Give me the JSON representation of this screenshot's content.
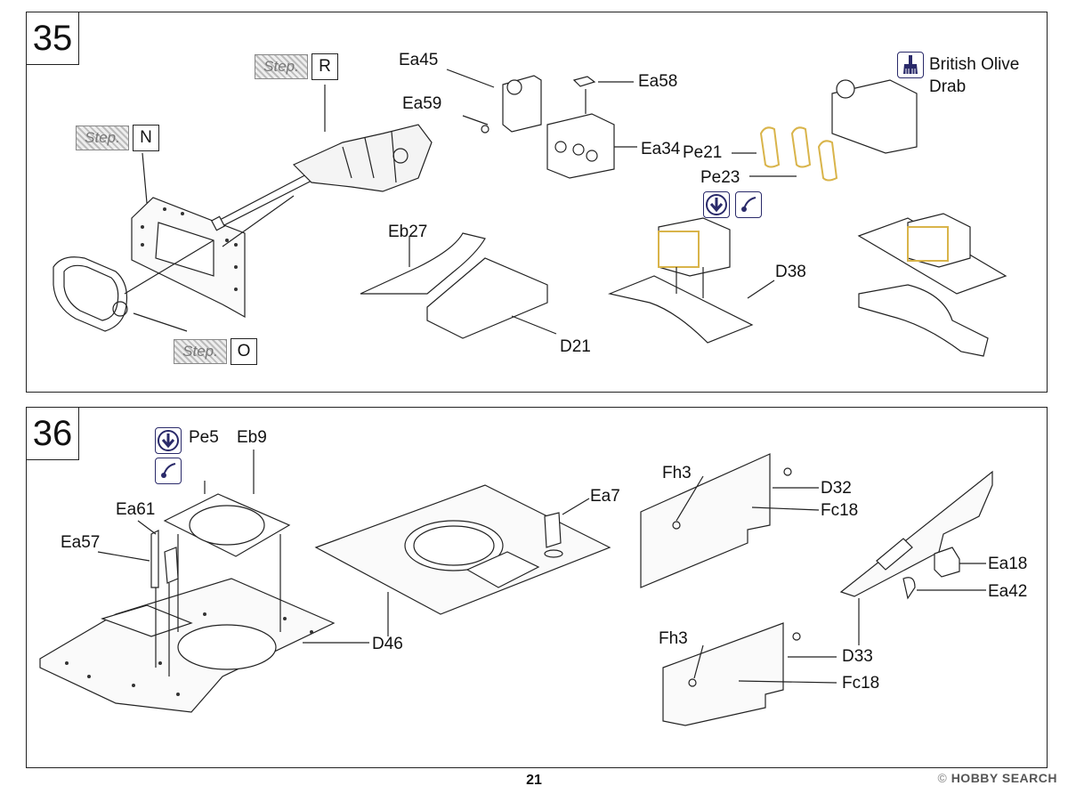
{
  "page_number": "21",
  "watermark": {
    "prefix": "©",
    "brand": "HOBBY SEARCH"
  },
  "steps": [
    {
      "number": "35",
      "step_refs": [
        {
          "tag": "Step.",
          "letter": "R"
        },
        {
          "tag": "Step.",
          "letter": "N"
        },
        {
          "tag": "Step.",
          "letter": "O"
        }
      ],
      "parts": [
        "Ea45",
        "Ea58",
        "Ea59",
        "Ea34",
        "Pe21",
        "Pe23",
        "Eb27",
        "D21",
        "D38"
      ],
      "paint": "British Olive Drab",
      "icons": [
        "paint-brush-icon",
        "bend-down-icon",
        "bend-curve-icon"
      ]
    },
    {
      "number": "36",
      "parts": [
        "Pe5",
        "Eb9",
        "Ea61",
        "Ea57",
        "Ea7",
        "D46",
        "Fh3",
        "D32",
        "Fc18",
        "Ea18",
        "Ea42",
        "D33"
      ],
      "parts_repeat": [
        "Fh3",
        "Fc18"
      ],
      "icons": [
        "bend-down-icon",
        "bend-curve-icon"
      ]
    }
  ]
}
